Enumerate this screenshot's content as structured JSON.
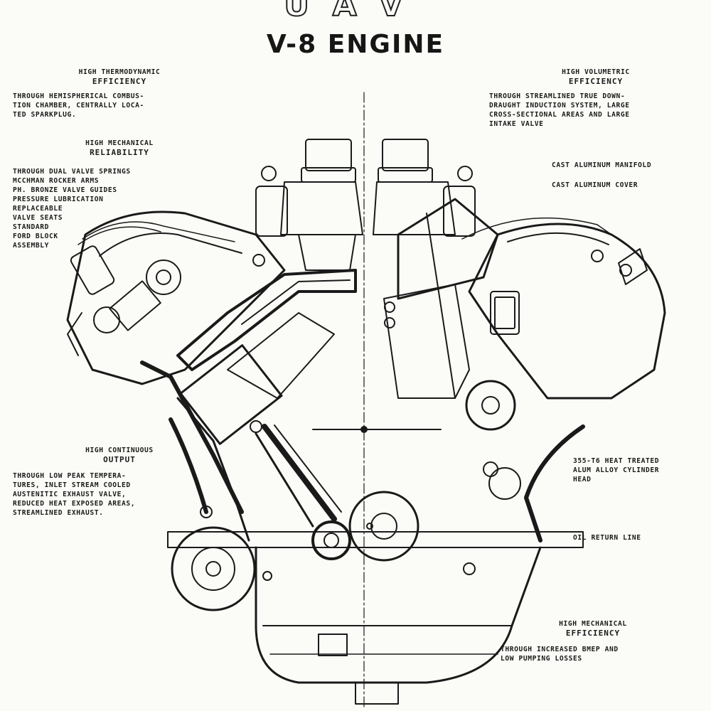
{
  "title": {
    "top": "UAV",
    "main": "V-8 ENGINE"
  },
  "notes": {
    "thermo": {
      "heading1": "HIGH THERMODYNAMIC",
      "heading2": "EFFICIENCY",
      "body": "THROUGH HEMISPHERICAL COMBUS-\nTION CHAMBER, CENTRALLY LOCA-\nTED SPARKPLUG."
    },
    "reliability": {
      "heading1": "HIGH MECHANICAL",
      "heading2": "RELIABILITY",
      "body": "THROUGH DUAL VALVE SPRINGS\nMCCHMAN ROCKER ARMS\nPH. BRONZE VALVE GUIDES\nPRESSURE LUBRICATION\nREPLACEABLE\nVALVE SEATS\nSTANDARD\nFORD BLOCK\nASSEMBLY"
    },
    "output": {
      "heading1": "HIGH CONTINUOUS",
      "heading2": "OUTPUT",
      "body": "THROUGH LOW PEAK TEMPERA-\nTURES, INLET STREAM COOLED\nAUSTENITIC EXHAUST VALVE,\nREDUCED HEAT EXPOSED AREAS,\nSTREAMLINED EXHAUST."
    },
    "volumetric": {
      "heading1": "HIGH VOLUMETRIC",
      "heading2": "EFFICIENCY",
      "body": "THROUGH STREAMLINED TRUE DOWN-\nDRAUGHT INDUCTION SYSTEM, LARGE\nCROSS-SECTIONAL AREAS AND LARGE\nINTAKE VALVE"
    },
    "mech_eff": {
      "heading1": "HIGH MECHANICAL",
      "heading2": "EFFICIENCY",
      "body": "THROUGH INCREASED BMEP AND\nLOW PUMPING LOSSES"
    }
  },
  "labels": {
    "manifold": "CAST ALUMINUM MANIFOLD",
    "cover": "CAST ALUMINUM COVER",
    "head": "355-T6 HEAT TREATED\nALUM ALLOY CYLINDER\nHEAD",
    "oil_return": "OIL RETURN LINE"
  },
  "colors": {
    "ink": "#1a1a1a",
    "paper": "#fbfbf8"
  }
}
